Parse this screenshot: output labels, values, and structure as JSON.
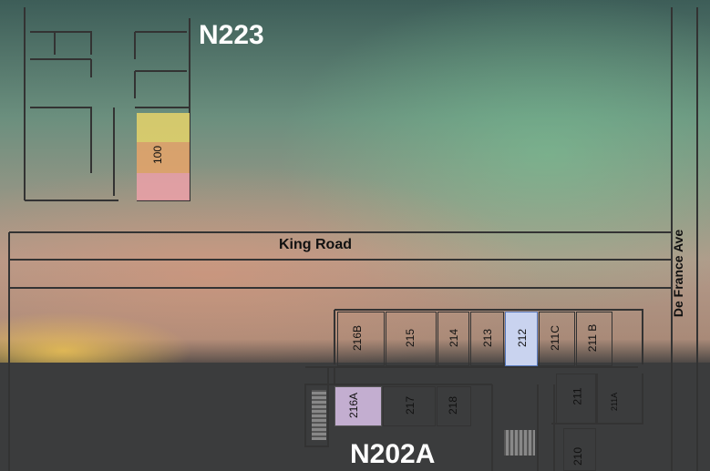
{
  "buildings": {
    "north": {
      "name": "N223",
      "room": "100"
    },
    "south": {
      "name": "N202A",
      "rooms": [
        "216B",
        "215",
        "214",
        "213",
        "212",
        "211C",
        "211 B",
        "216A",
        "217",
        "218",
        "211",
        "211A",
        "210"
      ]
    }
  },
  "roads": {
    "horizontal": "King Road",
    "vertical": "De France Ave"
  },
  "colors": {
    "highlight_yellow": "#e6d36a",
    "highlight_orange": "#e8a56a",
    "highlight_pink": "#e8a0a6",
    "room_212": "#c9d3ef",
    "room_216A": "#c3aed0"
  }
}
